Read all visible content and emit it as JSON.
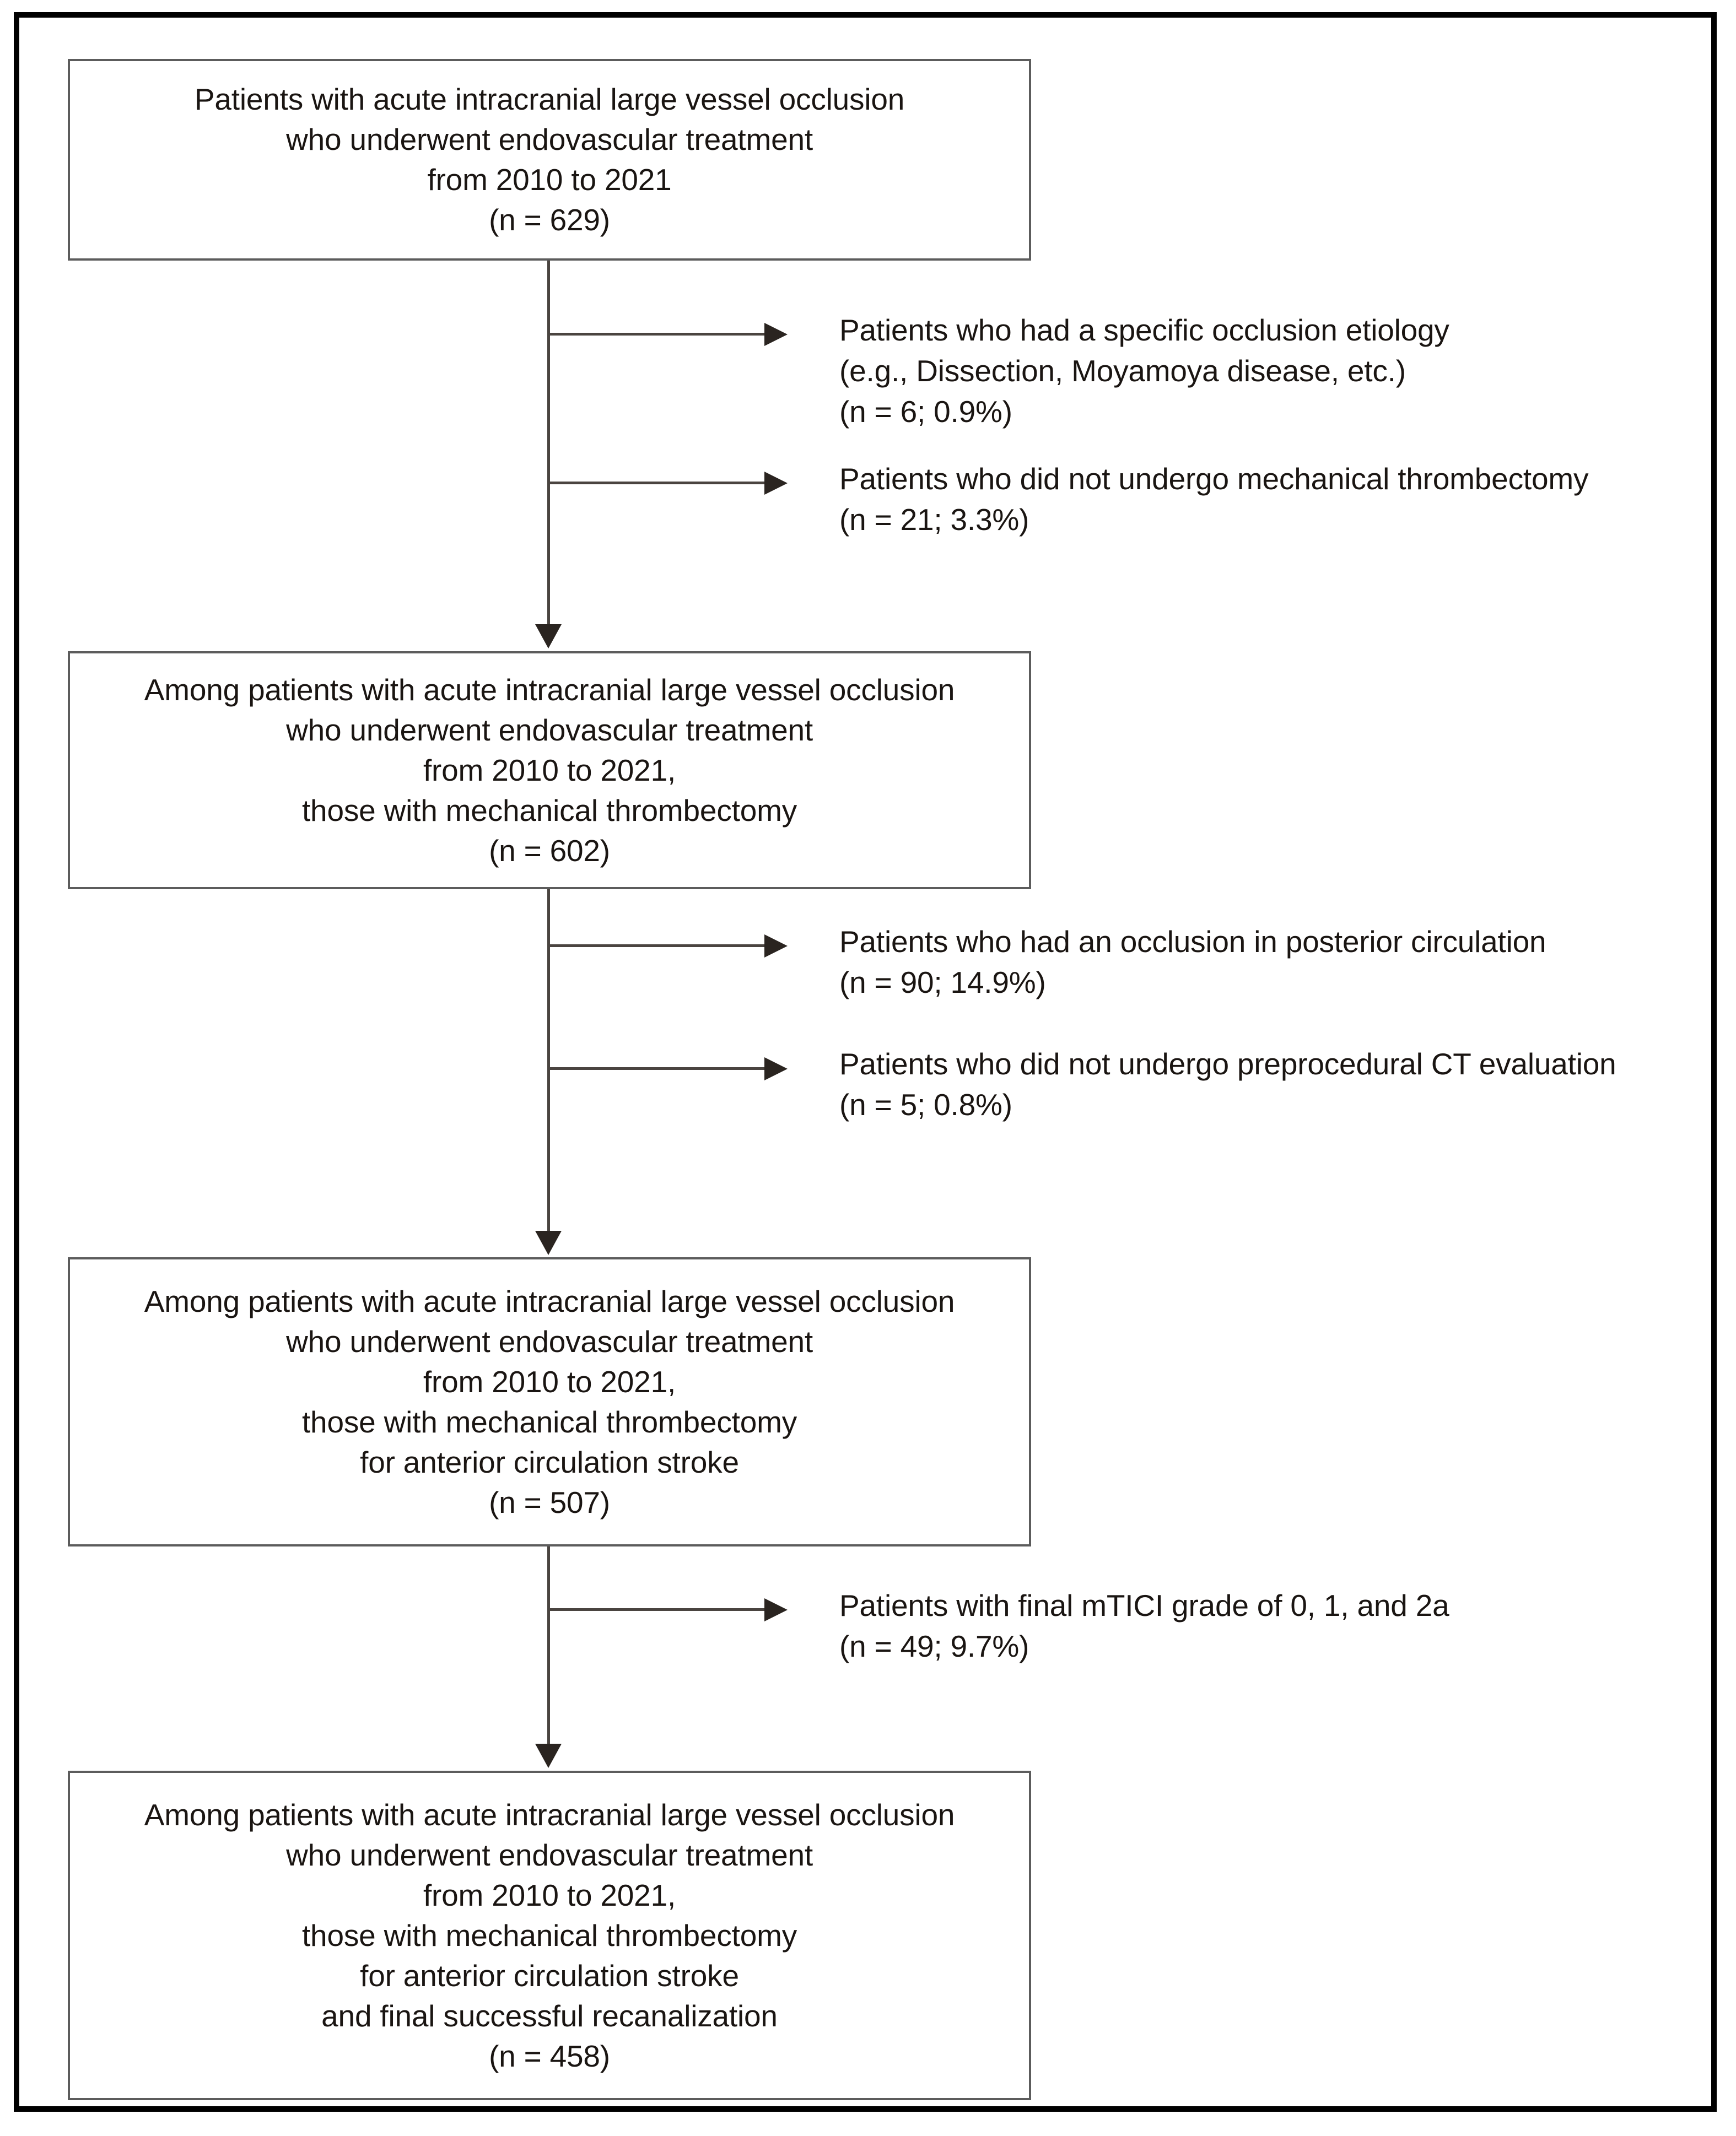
{
  "figure": {
    "type": "patient-selection-flowchart",
    "frame_color": "#000000",
    "box_border_color": "#5c5c5c",
    "text_color": "#1a1512"
  },
  "boxes": [
    {
      "id": "box-1",
      "name": "initial-cohort-box",
      "lines": [
        "Patients with acute intracranial large vessel occlusion",
        "who underwent endovascular treatment",
        "from 2010 to 2021",
        "(n = 629)"
      ],
      "count": 629
    },
    {
      "id": "box-2",
      "name": "mechanical-thrombectomy-cohort-box",
      "lines": [
        "Among patients with acute intracranial large vessel occlusion",
        "who underwent endovascular treatment",
        "from 2010 to 2021,",
        "those with mechanical thrombectomy",
        "(n = 602)"
      ],
      "count": 602
    },
    {
      "id": "box-3",
      "name": "anterior-circulation-cohort-box",
      "lines": [
        "Among patients with acute intracranial large vessel occlusion",
        "who underwent endovascular treatment",
        "from 2010 to 2021,",
        "those with mechanical thrombectomy",
        "for anterior circulation stroke",
        "(n = 507)"
      ],
      "count": 507
    },
    {
      "id": "box-4",
      "name": "final-cohort-box",
      "lines": [
        "Among patients with acute intracranial large vessel occlusion",
        "who underwent endovascular treatment",
        "from 2010 to 2021,",
        "those with mechanical thrombectomy",
        "for anterior circulation stroke",
        "and final successful recanalization",
        "(n = 458)"
      ],
      "count": 458
    }
  ],
  "exclusions": [
    {
      "id": "excl-1",
      "name": "exclusion-specific-etiology",
      "lines": [
        "Patients who had a specific occlusion etiology",
        "(e.g., Dissection, Moyamoya disease, etc.)",
        "(n = 6; 0.9%)"
      ],
      "count": 6,
      "percent": "0.9%"
    },
    {
      "id": "excl-2",
      "name": "exclusion-no-mechanical-thrombectomy",
      "lines": [
        "Patients who did not undergo mechanical thrombectomy",
        "(n = 21; 3.3%)"
      ],
      "count": 21,
      "percent": "3.3%"
    },
    {
      "id": "excl-3",
      "name": "exclusion-posterior-circulation",
      "lines": [
        "Patients who had an occlusion in posterior circulation",
        "(n = 90; 14.9%)"
      ],
      "count": 90,
      "percent": "14.9%"
    },
    {
      "id": "excl-4",
      "name": "exclusion-no-preprocedural-ct",
      "lines": [
        "Patients who did not undergo preprocedural CT evaluation",
        "(n = 5; 0.8%)"
      ],
      "count": 5,
      "percent": "0.8%"
    },
    {
      "id": "excl-5",
      "name": "exclusion-low-mtici-grade",
      "lines": [
        "Patients with final mTICI grade of 0, 1, and 2a",
        "(n = 49; 9.7%)"
      ],
      "count": 49,
      "percent": "9.7%"
    }
  ]
}
